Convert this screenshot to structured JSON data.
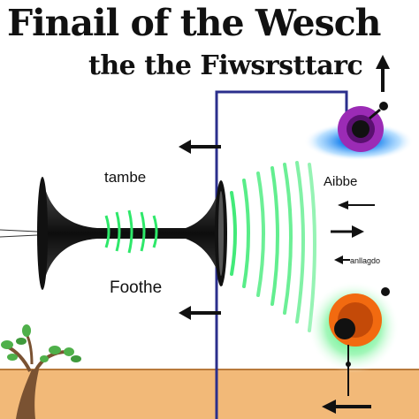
{
  "title": {
    "line1": "Finail of the Wesch",
    "line2": "the the Fiwsrsttarc"
  },
  "labels": {
    "top_left": "tambe",
    "bottom_left": "Foothe",
    "right": "Aibbe",
    "right_small": "anllagdo"
  },
  "colors": {
    "wire": "#2b2f8c",
    "wave_green": "#2ee86a",
    "ground": "#f2b978",
    "ground_line": "#b97a3a",
    "horn": "#1a1a1a",
    "purple_ring": "#9b2bb5",
    "blue_glow": "#2a8cf0",
    "orange_ring": "#f26a10",
    "green_glow": "#3cea72",
    "plant_leaf": "#4fb04a",
    "plant_trunk": "#7a5232"
  },
  "icons": [
    "arrow-left-icon",
    "arrow-up-icon",
    "arrow-right-icon",
    "tree-icon",
    "horn-speaker-icon",
    "eye-sensor-icon"
  ]
}
